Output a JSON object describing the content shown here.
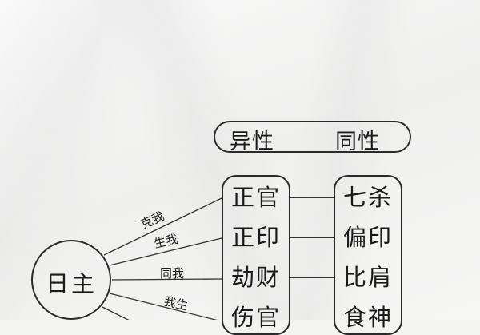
{
  "header": {
    "left_label": "异性",
    "right_label": "同性"
  },
  "center": {
    "label": "日主"
  },
  "relations": [
    {
      "label": "克我"
    },
    {
      "label": "生我"
    },
    {
      "label": "同我"
    },
    {
      "label": "我生"
    }
  ],
  "opposite_sex_column": [
    {
      "label": "正官"
    },
    {
      "label": "正印"
    },
    {
      "label": "劫财"
    },
    {
      "label": "伤官"
    }
  ],
  "same_sex_column": [
    {
      "label": "七杀"
    },
    {
      "label": "偏印"
    },
    {
      "label": "比肩"
    },
    {
      "label": "食神"
    }
  ],
  "colors": {
    "ink": "#1a1a1a",
    "paper": "#f3f3f2"
  }
}
